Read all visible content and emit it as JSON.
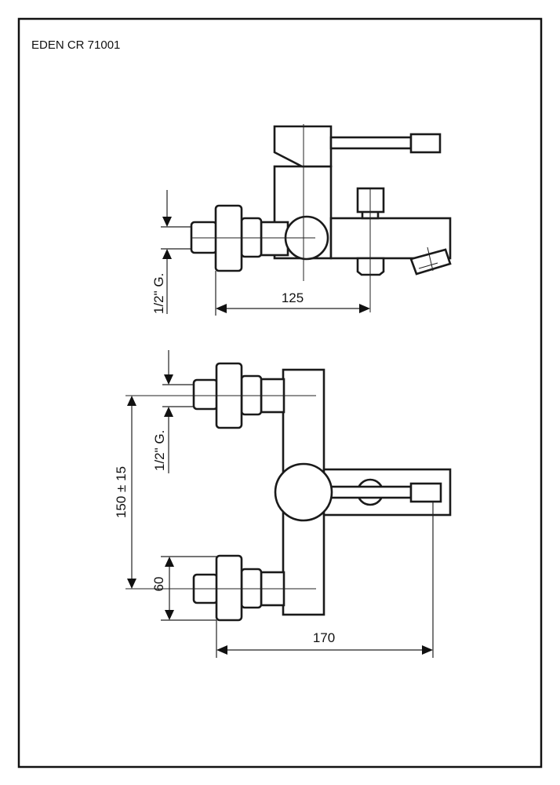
{
  "title": "EDEN CR 71001",
  "side_view": {
    "thread_label": "1/2\" G.",
    "width_dimension": "125"
  },
  "front_view": {
    "thread_label": "1/2\" G.",
    "center_distance": "150 ± 15",
    "nut_dimension": "60",
    "depth_dimension": "170"
  }
}
